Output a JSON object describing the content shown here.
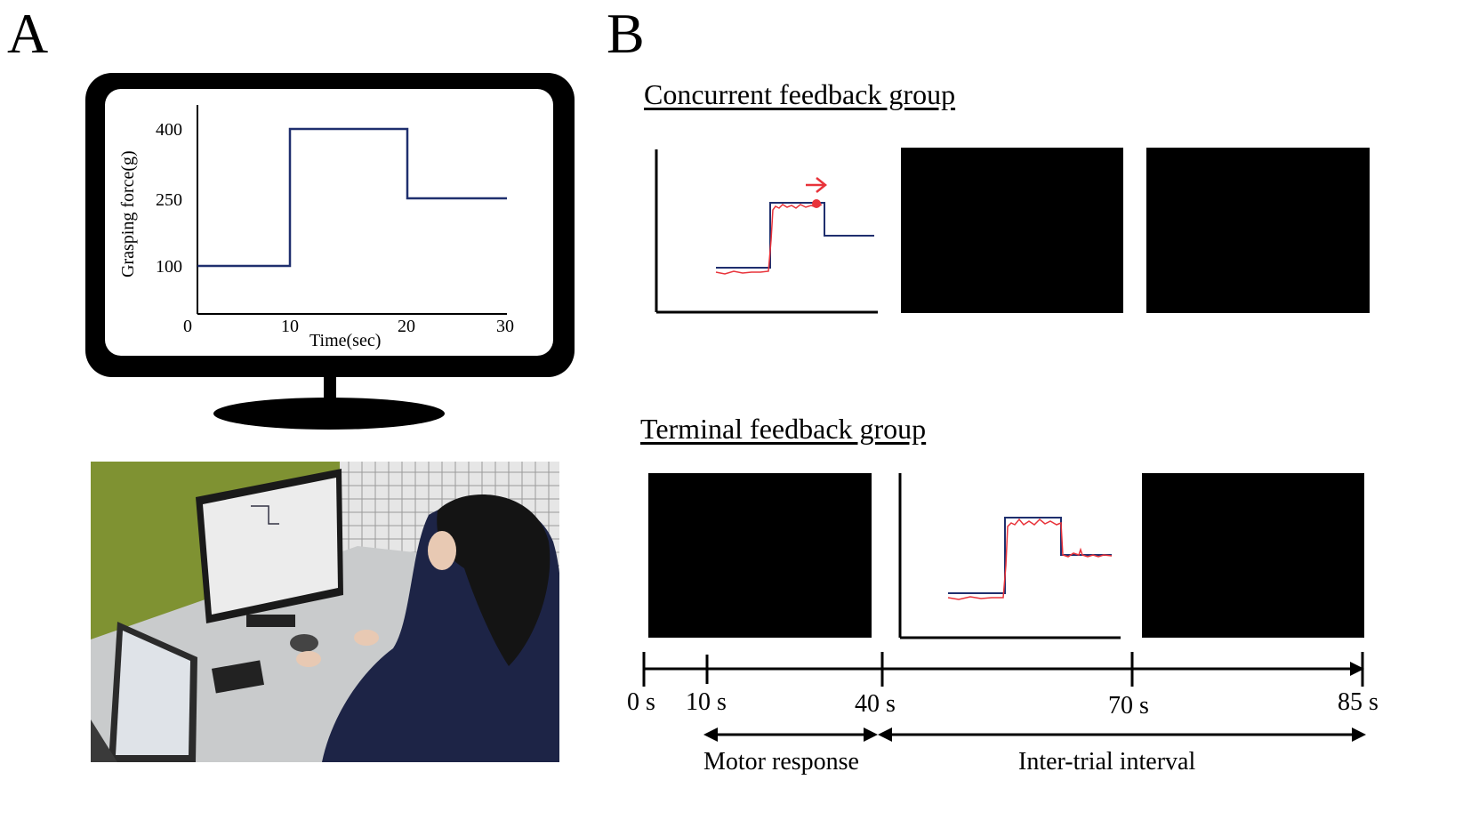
{
  "panels": {
    "a": "A",
    "b": "B"
  },
  "monitor_plot": {
    "ylabel": "Grasping force(g)",
    "xlabel": "Time(sec)",
    "yticks": [
      "400",
      "250",
      "100"
    ],
    "xticks": [
      "0",
      "10",
      "20",
      "30"
    ],
    "line_color": "#1f2f6e"
  },
  "photo": {
    "description_icon": "photo-icon"
  },
  "groups": {
    "concurrent": "Concurrent feedback group",
    "terminal": "Terminal  feedback group"
  },
  "timeline": {
    "ticks": [
      "0 s",
      "10 s",
      "40 s",
      "70 s",
      "85 s"
    ],
    "motor_response": "Motor response",
    "inter_trial": "Inter-trial interval"
  },
  "colors": {
    "target": "#1f2f6e",
    "force": "#e8333a"
  }
}
